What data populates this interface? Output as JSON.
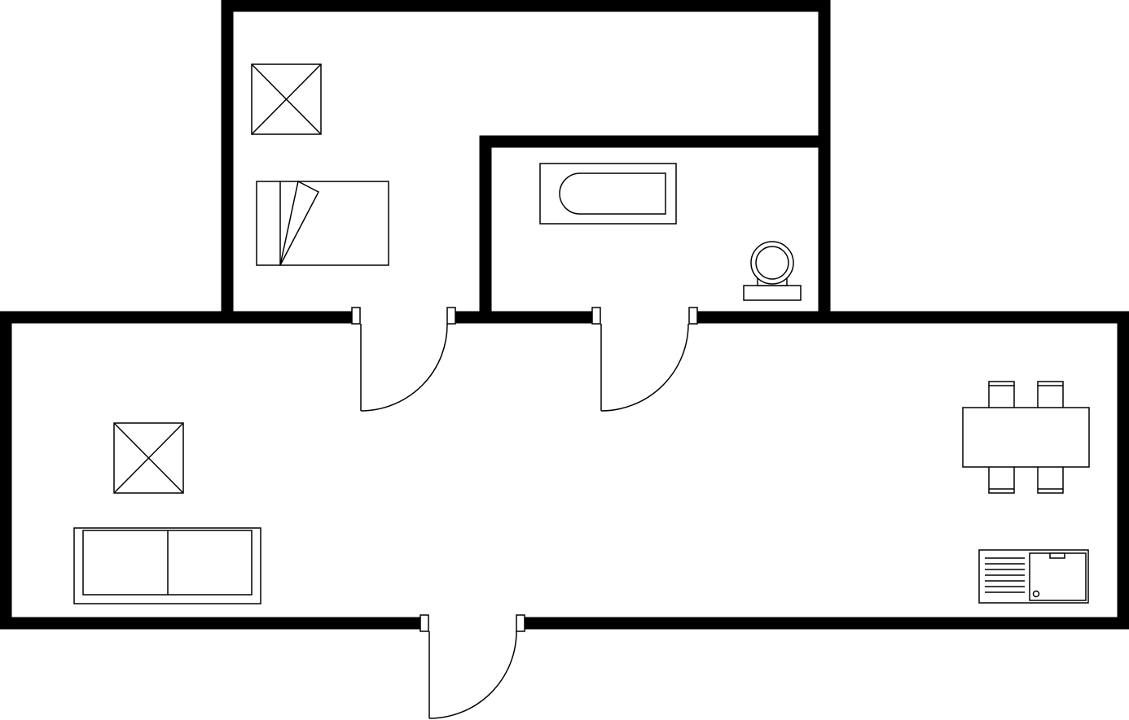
{
  "diagram": {
    "type": "floor-plan",
    "rooms": [
      "bedroom",
      "bathroom",
      "living-area",
      "kitchen-dining"
    ],
    "doors": [
      "bedroom-door",
      "bathroom-door",
      "entrance-door"
    ],
    "fixtures": [
      "bedroom-lamp",
      "bed",
      "bathtub",
      "toilet",
      "living-lamp",
      "sofa",
      "dining-table",
      "dining-chair",
      "kitchen-sink"
    ],
    "colors": {
      "wall": "#000000",
      "background": "#ffffff",
      "line": "#000000"
    }
  }
}
